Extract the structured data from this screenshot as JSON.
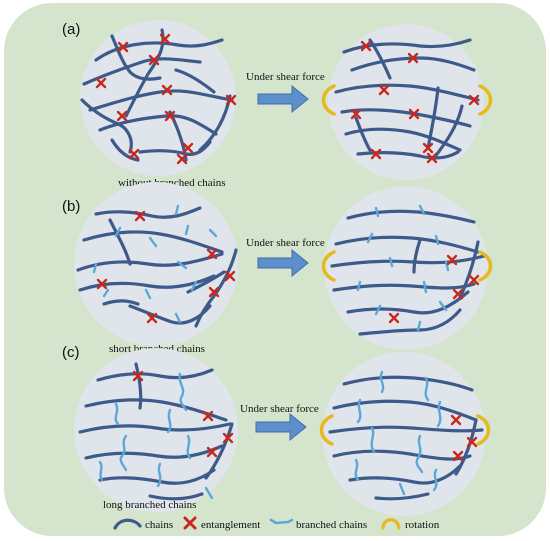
{
  "panels": [
    {
      "label": "(a)",
      "caption": "without branched chains",
      "arrow_label": "Under shear force"
    },
    {
      "label": "(b)",
      "caption": "short branched chains",
      "arrow_label": "Under shear force"
    },
    {
      "label": "(c)",
      "caption": "long branched chains",
      "arrow_label": "Under shear force"
    }
  ],
  "legend": [
    {
      "label": "chains",
      "icon": "chain-icon"
    },
    {
      "label": "entanglement",
      "icon": "entanglement-icon"
    },
    {
      "label": "branched chains",
      "icon": "branched-chain-icon"
    },
    {
      "label": "rotation",
      "icon": "rotation-icon"
    }
  ],
  "colors": {
    "background": "#d5e5cd",
    "circle": "#dfe5ea",
    "chain": "#3d5a8a",
    "branch": "#5ba8d8",
    "entanglement": "#c8281e",
    "arrow": "#5c8fcc",
    "rotation": "#e8b820"
  }
}
